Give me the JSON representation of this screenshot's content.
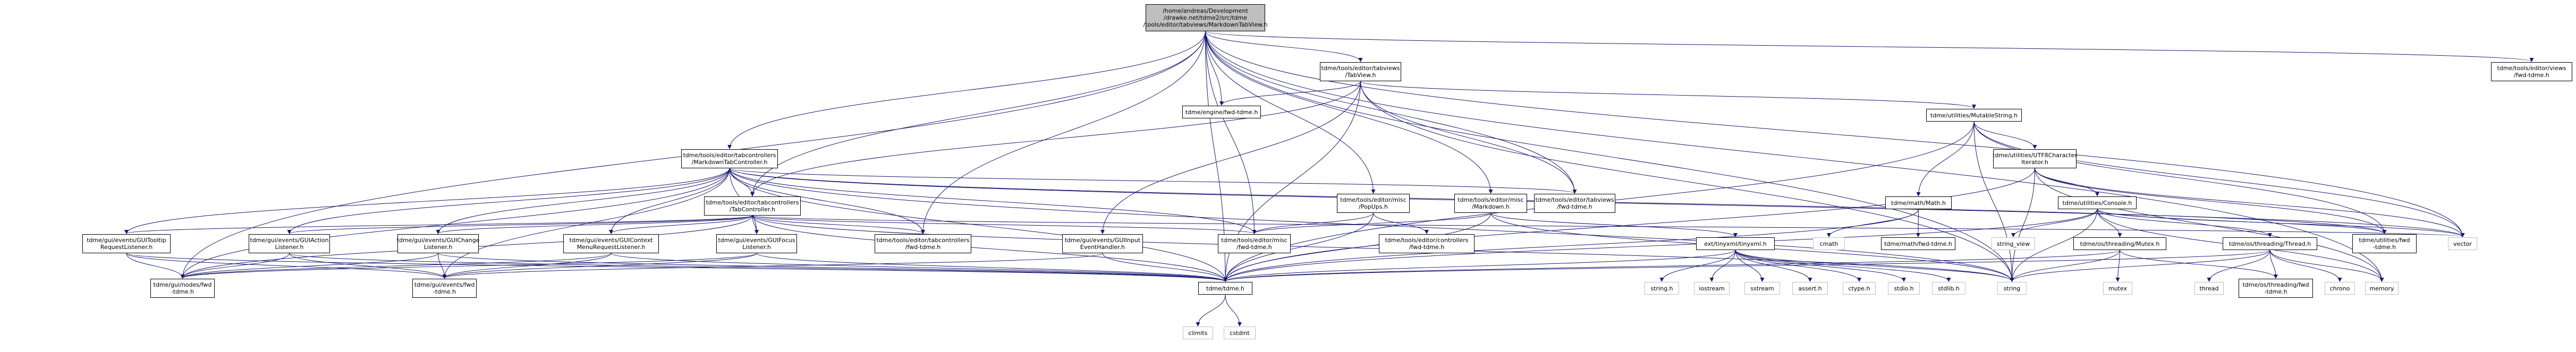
{
  "nodes": {
    "root": "/home/andreas/Development\n/drawke.net/tdme2/src/tdme\n/tools/editor/tabviews/MarkdownTabView.h",
    "tabview": "tdme/tools/editor/tabviews\n/TabView.h",
    "engine_fwd": "tdme/engine/fwd-tdme.h",
    "tabviews_fwd": "tdme/tools/editor/tabviews\n/fwd-tdme.h",
    "mutable_string": "tdme/utilities/MutableString.h",
    "md_tab_controller": "tdme/tools/editor/tabcontrollers\n/MarkdownTabController.h",
    "tab_controller": "tdme/tools/editor/tabcontrollers\n/TabController.h",
    "popups": "tdme/tools/editor/misc\n/PopUps.h",
    "markdown": "tdme/tools/editor/misc\n/Markdown.h",
    "utf8": "tdme/utilities/UTF8Character\nIterator.h",
    "math": "tdme/math/Math.h",
    "console": "tdme/utilities/Console.h",
    "views_fwd": "tdme/tools/editor/views\n/fwd-tdme.h",
    "gui_tooltip": "tdme/gui/events/GUITooltip\nRequestListener.h",
    "gui_action": "tdme/gui/events/GUIAction\nListener.h",
    "gui_change": "tdme/gui/events/GUIChange\nListener.h",
    "gui_context": "tdme/gui/events/GUIContext\nMenuRequestListener.h",
    "gui_focus": "tdme/gui/events/GUIFocus\nListener.h",
    "tabcontrollers_fwd": "tdme/tools/editor/tabcontrollers\n/fwd-tdme.h",
    "gui_input": "tdme/gui/events/GUIInput\nEventHandler.h",
    "misc_fwd": "tdme/tools/editor/misc\n/fwd-tdme.h",
    "controllers_fwd": "tdme/tools/editor/controllers\n/fwd-tdme.h",
    "tinyxml": "ext/tinyxml/tinyxml.h",
    "cmath": "cmath",
    "math_fwd": "tdme/math/fwd-tdme.h",
    "string_view": "string_view",
    "os_mutex": "tdme/os/threading/Mutex.h",
    "os_thread": "tdme/os/threading/Thread.h",
    "utilities_fwd": "tdme/utilities/fwd\n-tdme.h",
    "vector": "vector",
    "nodes_fwd": "tdme/gui/nodes/fwd\n-tdme.h",
    "events_fwd": "tdme/gui/events/fwd\n-tdme.h",
    "tdme_h": "tdme/tdme.h",
    "string_h": "string.h",
    "iostream": "iostream",
    "sstream": "sstream",
    "assert_h": "assert.h",
    "ctype_h": "ctype.h",
    "stdio_h": "stdio.h",
    "stdlib_h": "stdlib.h",
    "mutex": "mutex",
    "thread": "thread",
    "threading_fwd": "tdme/os/threading/fwd\n-tdme.h",
    "chrono": "chrono",
    "memory": "memory",
    "string": "string",
    "climits": "climits",
    "cstdint": "cstdint"
  },
  "colors": {
    "root_fill": "#bfbfbf",
    "edge": "#191970",
    "external_border": "#bfbfbf"
  }
}
